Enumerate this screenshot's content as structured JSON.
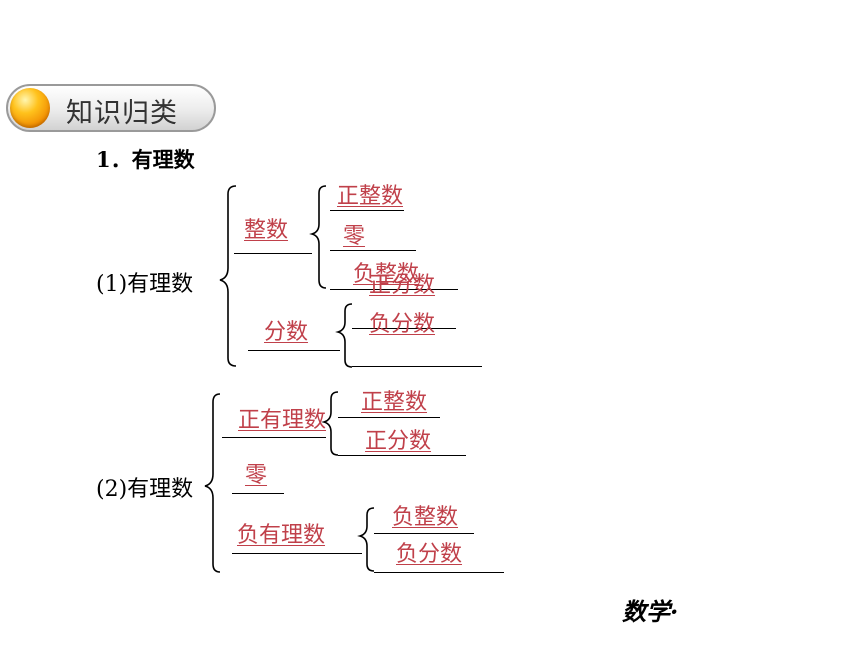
{
  "header": {
    "title": "知识归类"
  },
  "section": {
    "title": "1．有理数"
  },
  "classification1": {
    "label": "(1)有理数",
    "integer": {
      "label": "整数",
      "items": [
        "正整数",
        "零",
        "负整数"
      ]
    },
    "fraction": {
      "label": "分数",
      "items": [
        "正分数",
        "负分数"
      ]
    }
  },
  "classification2": {
    "label": "(2)有理数",
    "positive": {
      "label": "正有理数",
      "items": [
        "正整数",
        "正分数"
      ]
    },
    "zero": {
      "label": "零"
    },
    "negative": {
      "label": "负有理数",
      "items": [
        "负整数",
        "负分数"
      ]
    }
  },
  "footer": {
    "text": "数学·"
  },
  "colors": {
    "answer": "#c0404a",
    "header_ball": "#f7a400"
  }
}
